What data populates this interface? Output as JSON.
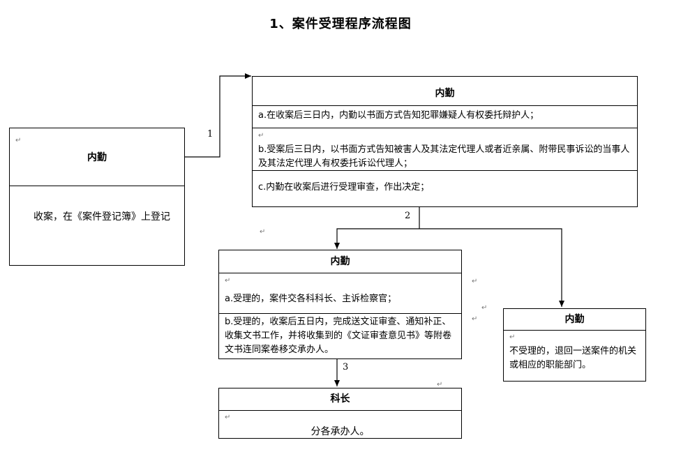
{
  "title": "1、案件受理程序流程图",
  "para_mark": "↵",
  "boxes": {
    "left": {
      "header": "内勤",
      "body": "收案，在《案件登记簿》上登记"
    },
    "top": {
      "header": "内勤",
      "item_a": "a.在收案后三日内，内勤以书面方式告知犯罪嫌疑人有权委托辩护人；",
      "item_b": "b.受案后三日内，以书面方式告知被害人及其法定代理人或者近亲属、附带民事诉讼的当事人及其法定代理人有权委托诉讼代理人；",
      "item_c": "c.内勤在收案后进行受理审查，作出决定；"
    },
    "mid": {
      "header": "内勤",
      "item_a": "a.受理的，案件交各科科长、主诉检察官；",
      "item_b": "b.受理的，收案后五日内，完成送文证审查、通知补正、收集文书工作，并将收集到的《文证审查意见书》等附卷文书连同案卷移交承办人。"
    },
    "right": {
      "header": "内勤",
      "body": "不受理的，退回一送案件的机关或相应的职能部门。"
    },
    "bottom": {
      "header": "科长",
      "body": "分各承办人。"
    }
  },
  "edge_labels": {
    "e1": "1",
    "e2": "2",
    "e3": "3"
  }
}
